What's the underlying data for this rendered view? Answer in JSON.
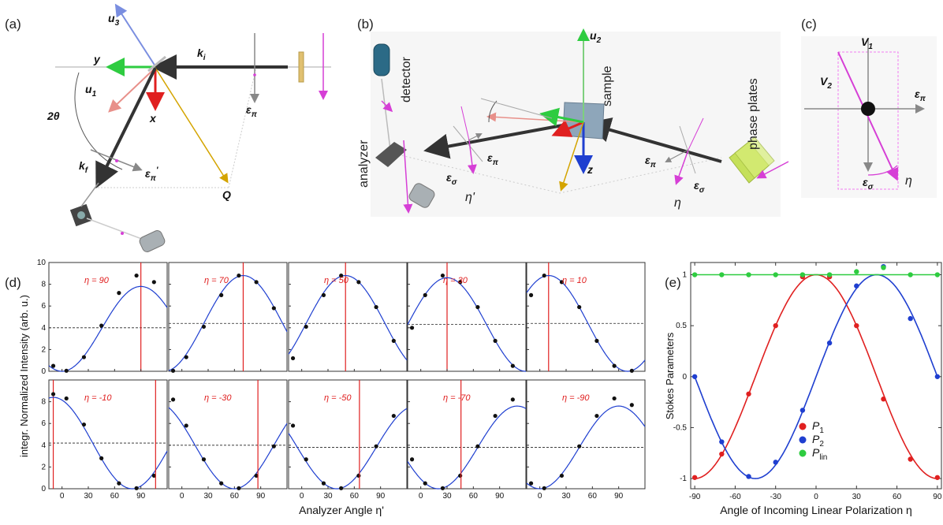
{
  "panel_labels": [
    "(a)",
    "(b)",
    "(c)",
    "(d)",
    "(e)"
  ],
  "panel_a": {
    "u3": "u",
    "u3_sub": "3",
    "y": "y",
    "ki": "k",
    "ki_sub": "i",
    "u1": "u",
    "u1_sub": "1",
    "two_theta": "2θ",
    "x": "x",
    "eps_pi": "ε",
    "eps_pi_sub": "π",
    "kf": "k",
    "kf_sub": "f",
    "eps_pi_p": "ε",
    "eps_pi_p_sub": "π",
    "eps_pi_p_sup": "'",
    "Q": "Q"
  },
  "panel_b": {
    "detector": "detector",
    "sample": "sample",
    "analyzer": "analyzer",
    "phase_plates": "phase plates",
    "u2": "u",
    "u2_sub": "2",
    "z": "z",
    "eps_pi_p": "ε",
    "eps_pi_p_sub": "π",
    "eps_sigma_p": "ε",
    "eps_sigma_p_sub": "σ",
    "eta_p": "η'",
    "eps_pi": "ε",
    "eps_pi_sub": "π",
    "eps_sigma": "ε",
    "eps_sigma_sub": "σ",
    "eta": "η"
  },
  "panel_c": {
    "V1": "V",
    "V1_sub": "1",
    "V2": "V",
    "V2_sub": "2",
    "eps_pi": "ε",
    "eps_pi_sub": "π",
    "eps_sigma": "ε",
    "eps_sigma_sub": "σ",
    "eta": "η"
  },
  "colors": {
    "red": "#e02020",
    "blue": "#1f3fd0",
    "green": "#2ecc40",
    "black": "#111111"
  },
  "chart_data": [
    {
      "type": "scatter",
      "id": "d",
      "xlabel": "Analyzer Angle η'",
      "ylabel": "integr. Normalized Intensity (arb. u.)",
      "xlim": [
        -15,
        120
      ],
      "ylim": [
        0,
        10
      ],
      "xticks": [
        0,
        30,
        60,
        90
      ],
      "yticks": [
        0,
        2,
        4,
        6,
        8,
        10
      ],
      "x_points": [
        -10,
        5,
        25,
        45,
        65,
        85,
        105
      ],
      "panels": [
        {
          "label": "η = 90",
          "eta": 90,
          "amp": 3.9,
          "dash": 4.0,
          "points": [
            0.5,
            0.05,
            1.3,
            4.2,
            7.2,
            8.8,
            8.2
          ]
        },
        {
          "label": "η = 70",
          "eta": 70,
          "amp": 4.4,
          "dash": 4.4,
          "points": [
            0.05,
            1.3,
            4.1,
            7.0,
            8.8,
            8.2,
            5.8
          ]
        },
        {
          "label": "η = 50",
          "eta": 50,
          "amp": 4.4,
          "dash": 4.4,
          "points": [
            1.2,
            4.1,
            7.0,
            8.8,
            8.2,
            5.9,
            2.8
          ]
        },
        {
          "label": "η = 30",
          "eta": 30,
          "amp": 4.3,
          "dash": 4.3,
          "points": [
            4.0,
            7.0,
            8.8,
            8.2,
            5.9,
            2.8,
            0.5
          ]
        },
        {
          "label": "η = 10",
          "eta": 10,
          "amp": 4.4,
          "dash": 4.4,
          "points": [
            7.0,
            8.8,
            8.2,
            5.9,
            2.8,
            0.5,
            0.05
          ]
        },
        {
          "label": "η = -10",
          "eta": -10,
          "amp": 4.2,
          "dash": 4.2,
          "points": [
            8.7,
            8.3,
            5.9,
            2.8,
            0.5,
            0.05,
            1.2
          ]
        },
        {
          "label": "η = -30",
          "eta": -30,
          "amp": 4.0,
          "dash": 4.0,
          "points": [
            8.2,
            5.8,
            2.7,
            0.5,
            0.05,
            1.2,
            3.9
          ]
        },
        {
          "label": "η = -50",
          "eta": -50,
          "amp": 3.8,
          "dash": 3.8,
          "points": [
            5.8,
            2.7,
            0.5,
            0.05,
            1.2,
            3.9,
            6.7
          ]
        },
        {
          "label": "η = -70",
          "eta": -70,
          "amp": 3.8,
          "dash": 3.8,
          "points": [
            2.7,
            0.5,
            0.05,
            1.2,
            3.9,
            6.7,
            8.2
          ]
        },
        {
          "label": "η = -90",
          "eta": -90,
          "amp": 3.8,
          "dash": 3.8,
          "points": [
            0.5,
            0.05,
            1.2,
            3.9,
            6.7,
            8.3,
            7.7
          ]
        }
      ]
    },
    {
      "type": "scatter",
      "id": "e",
      "xlabel": "Angle of Incoming Linear Polarization η",
      "ylabel": "Stokes Parameters",
      "xlim": [
        -93,
        93
      ],
      "ylim": [
        -1.1,
        1.12
      ],
      "xticks": [
        -90,
        -60,
        -30,
        0,
        30,
        60,
        90
      ],
      "yticks": [
        -1,
        -0.5,
        0,
        0.5,
        1
      ],
      "ytick_labels": [
        "-1",
        "-0.5",
        "0",
        "0.5",
        "1"
      ],
      "x": [
        -90,
        -70,
        -50,
        -30,
        -10,
        10,
        30,
        50,
        70,
        90
      ],
      "series": [
        {
          "name": "P",
          "sub": "1",
          "color": "#e02020",
          "values": [
            -0.99,
            -0.76,
            -0.17,
            0.5,
            0.98,
            0.98,
            0.5,
            -0.22,
            -0.81,
            -0.99
          ]
        },
        {
          "name": "P",
          "sub": "2",
          "color": "#1f3fd0",
          "values": [
            0.0,
            -0.64,
            -0.98,
            -0.84,
            -0.33,
            0.33,
            0.89,
            1.08,
            0.57,
            0.0
          ]
        },
        {
          "name": "P",
          "sub": "lin",
          "color": "#2ecc40",
          "values": [
            1.0,
            1.0,
            1.0,
            1.0,
            1.0,
            1.0,
            1.03,
            1.07,
            1.0,
            1.0
          ]
        }
      ]
    }
  ]
}
